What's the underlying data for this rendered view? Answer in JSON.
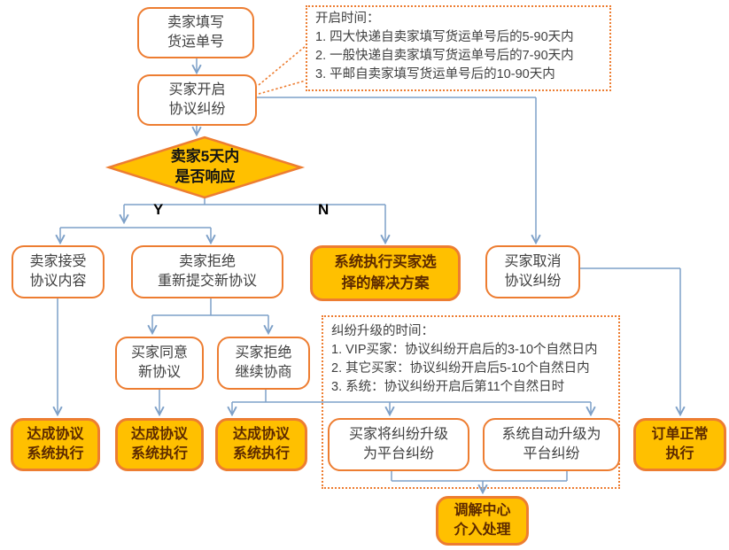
{
  "nodes": {
    "seller_fill": {
      "label": "卖家填写\n货运单号"
    },
    "buyer_open": {
      "label": "买家开启\n协议纠纷"
    },
    "decision": {
      "label": "卖家5天内\n是否响应"
    },
    "seller_accept": {
      "label": "卖家接受\n协议内容"
    },
    "seller_reject": {
      "label": "卖家拒绝\n重新提交新协议"
    },
    "system_execute": {
      "label": "系统执行买家选\n择的解决方案"
    },
    "buyer_cancel": {
      "label": "买家取消\n协议纠纷"
    },
    "buyer_agree": {
      "label": "买家同意\n新协议"
    },
    "buyer_refuse": {
      "label": "买家拒绝\n继续协商"
    },
    "reach1": {
      "label": "达成协议\n系统执行"
    },
    "reach2": {
      "label": "达成协议\n系统执行"
    },
    "reach3": {
      "label": "达成协议\n系统执行"
    },
    "buyer_escalate": {
      "label": "买家将纠纷升级\n为平台纠纷"
    },
    "system_escalate": {
      "label": "系统自动升级为\n平台纠纷"
    },
    "order_normal": {
      "label": "订单正常\n执行"
    },
    "mediation": {
      "label": "调解中心\n介入处理"
    }
  },
  "branches": {
    "yes": "Y",
    "no": "N"
  },
  "notes": {
    "open_time": {
      "title": "开启时间：",
      "items": [
        "1. 四大快递自卖家填写货运单号后的5-90天内",
        "2. 一般快递自卖家填写货运单号后的7-90天内",
        "3. 平邮自卖家填写货运单号后的10-90天内"
      ]
    },
    "escalate_time": {
      "title": "纠纷升级的时间：",
      "items": [
        "1. VIP买家：协议纠纷开启后的3-10个自然日内",
        "2. 其它买家：协议纠纷开启后5-10个自然日内",
        "3. 系统：协议纠纷开启后第11个自然日时"
      ]
    }
  },
  "colors": {
    "border_orange": "#ED7D31",
    "gold_fill": "#FFC000",
    "connector_blue": "#7DA0C8",
    "text_dark": "#404040"
  }
}
